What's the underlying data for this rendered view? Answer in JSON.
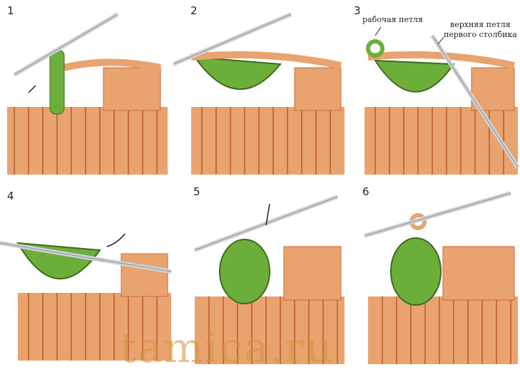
{
  "steps": [
    {
      "number": "1"
    },
    {
      "number": "2"
    },
    {
      "number": "3"
    },
    {
      "number": "4"
    },
    {
      "number": "5"
    },
    {
      "number": "6"
    }
  ],
  "labels": {
    "working_loop": "рабочая петля",
    "top_loop_line1": "верхняя петля",
    "top_loop_line2": "первого столбика"
  },
  "watermark": "tamica.ru",
  "colors": {
    "yarn_orange": "#e9a36f",
    "yarn_green": "#6cae3a",
    "hook": "#cfd3d8"
  }
}
